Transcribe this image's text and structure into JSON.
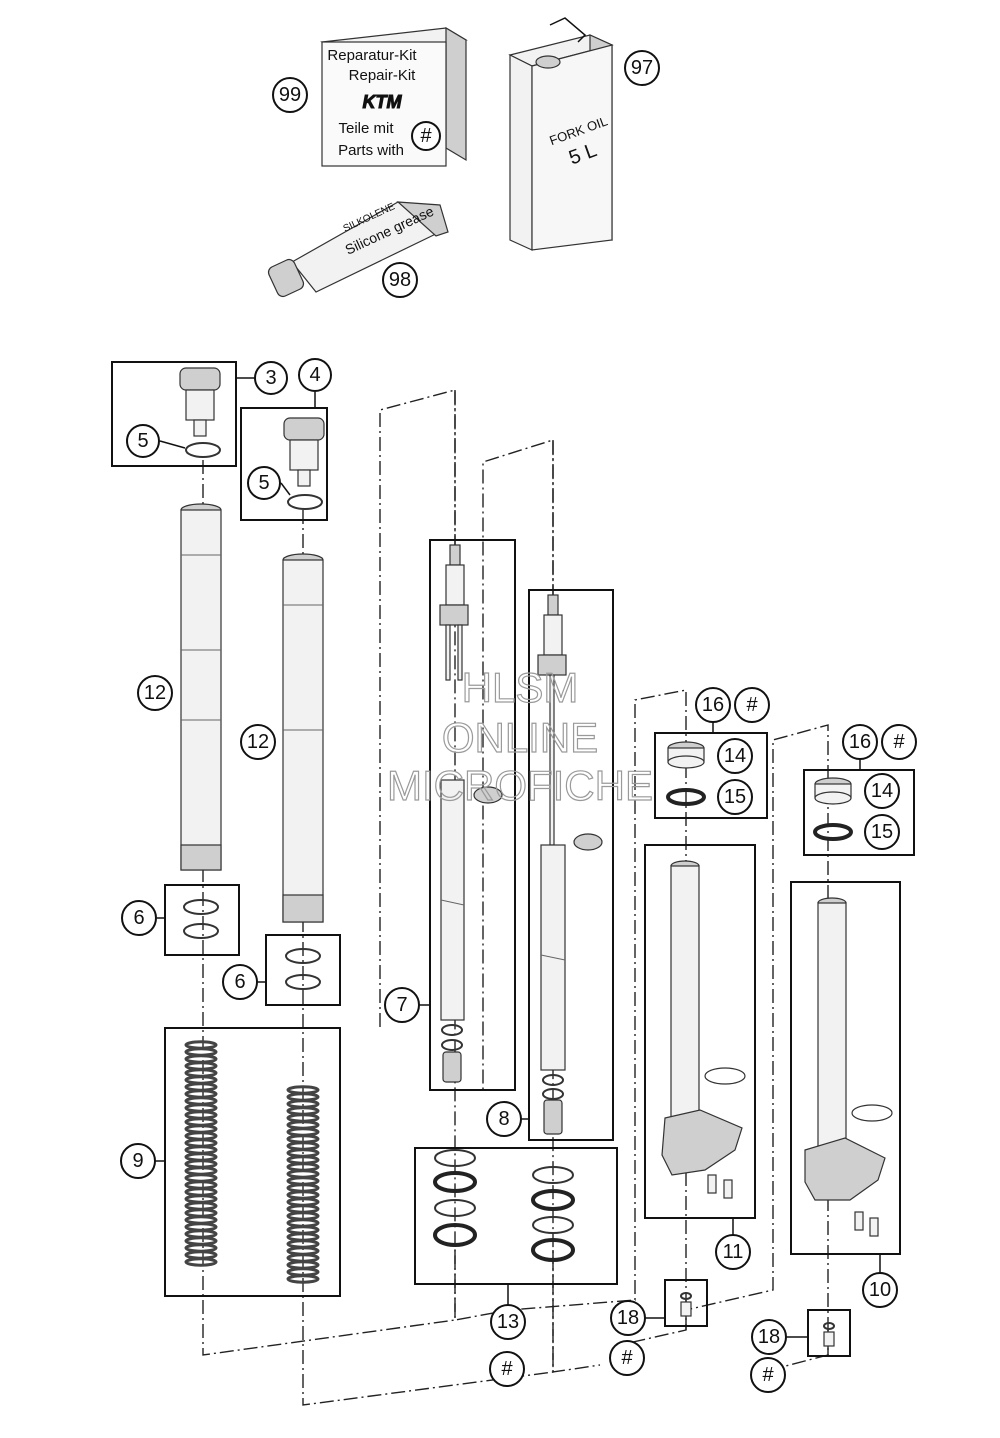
{
  "repair_kit": {
    "line1": "Reparatur-Kit",
    "line2": "Repair-Kit",
    "brand": "KTM",
    "line3": "Teile mit",
    "line4": "Parts with",
    "hash": "#"
  },
  "fork_oil": {
    "label": "FORK OIL",
    "volume": "5 L"
  },
  "grease": {
    "brand": "SILKOLENE",
    "label": "Silicone grease"
  },
  "watermark": {
    "line1": "HLSM",
    "line2": "ONLINE",
    "line3": "MICROFICHE"
  },
  "callouts": {
    "c99": "99",
    "c97": "97",
    "c98": "98",
    "c3": "3",
    "c4": "4",
    "c5a": "5",
    "c5b": "5",
    "c12a": "12",
    "c12b": "12",
    "c6a": "6",
    "c6b": "6",
    "c9": "9",
    "c7": "7",
    "c8": "8",
    "c16a": "16",
    "c16a_hash": "#",
    "c14a": "14",
    "c15a": "15",
    "c16b": "16",
    "c16b_hash": "#",
    "c14b": "14",
    "c15b": "15",
    "c11": "11",
    "c10": "10",
    "c13": "13",
    "c13_hash": "#",
    "c18a": "18",
    "c18a_hash": "#",
    "c18b": "18",
    "c18b_hash": "#"
  }
}
